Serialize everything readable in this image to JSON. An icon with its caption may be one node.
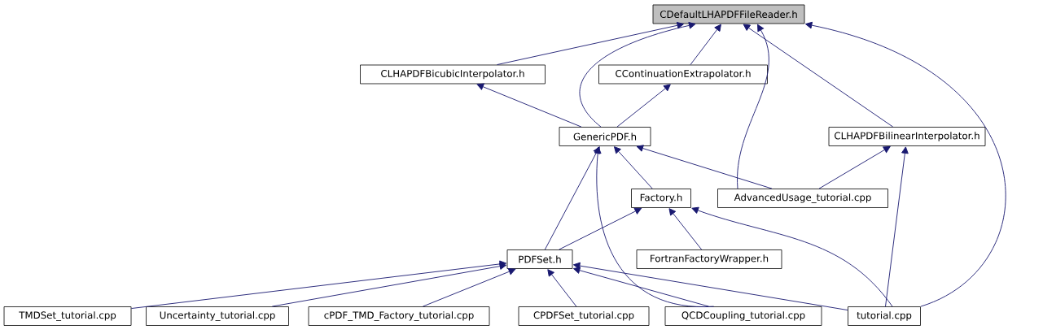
{
  "diagram": {
    "nodes": [
      {
        "text": [
          "CDefaultLHAPDFFileReader.h"
        ]
      },
      {
        "text": [
          "CLHAPDFBicubicInterpolator.h"
        ]
      },
      {
        "text": [
          "CContinuationExtrapolator.h"
        ]
      },
      {
        "text": [
          "GenericPDF.h"
        ]
      },
      {
        "text": [
          "CLHAPDFBilinearInterpolator.h"
        ]
      },
      {
        "text": [
          "Factory.h"
        ]
      },
      {
        "text": [
          "AdvancedUsage_tutorial.cpp"
        ]
      },
      {
        "text": [
          "PDFSet.h"
        ]
      },
      {
        "text": [
          "FortranFactoryWrapper.h"
        ]
      },
      {
        "text": [
          "TMDSet_tutorial.cpp"
        ]
      },
      {
        "text": [
          "Uncertainty_tutorial.cpp"
        ]
      },
      {
        "text": [
          "cPDF_TMD_Factory_tutorial.cpp"
        ]
      },
      {
        "text": [
          "CPDFSet_tutorial.cpp"
        ]
      },
      {
        "text": [
          "QCDCoupling_tutorial.cpp"
        ]
      },
      {
        "text": [
          "tutorial.cpp"
        ]
      }
    ],
    "edges": [
      {
        "from": 1,
        "to": 0,
        "arrow": "to"
      },
      {
        "from": 2,
        "to": 0,
        "arrow": "to"
      },
      {
        "from": 3,
        "to": 0,
        "arrow": "to"
      },
      {
        "from": 4,
        "to": 0,
        "arrow": "to"
      },
      {
        "from": 6,
        "to": 0,
        "arrow": "to"
      },
      {
        "from": 14,
        "to": 0,
        "arrow": "to"
      },
      {
        "from": 3,
        "to": 1,
        "arrow": "to"
      },
      {
        "from": 3,
        "to": 2,
        "arrow": "to"
      },
      {
        "from": 5,
        "to": 3,
        "arrow": "to"
      },
      {
        "from": 6,
        "to": 3,
        "arrow": "to"
      },
      {
        "from": 7,
        "to": 3,
        "arrow": "to"
      },
      {
        "from": 13,
        "to": 3,
        "arrow": "to"
      },
      {
        "from": 6,
        "to": 4,
        "arrow": "to"
      },
      {
        "from": 14,
        "to": 4,
        "arrow": "to"
      },
      {
        "from": 7,
        "to": 5,
        "arrow": "to"
      },
      {
        "from": 8,
        "to": 5,
        "arrow": "to"
      },
      {
        "from": 14,
        "to": 5,
        "arrow": "to"
      },
      {
        "from": 9,
        "to": 7,
        "arrow": "to"
      },
      {
        "from": 10,
        "to": 7,
        "arrow": "to"
      },
      {
        "from": 11,
        "to": 7,
        "arrow": "to"
      },
      {
        "from": 12,
        "to": 7,
        "arrow": "to"
      },
      {
        "from": 13,
        "to": 7,
        "arrow": "to"
      },
      {
        "from": 14,
        "to": 7,
        "arrow": "to"
      }
    ]
  }
}
